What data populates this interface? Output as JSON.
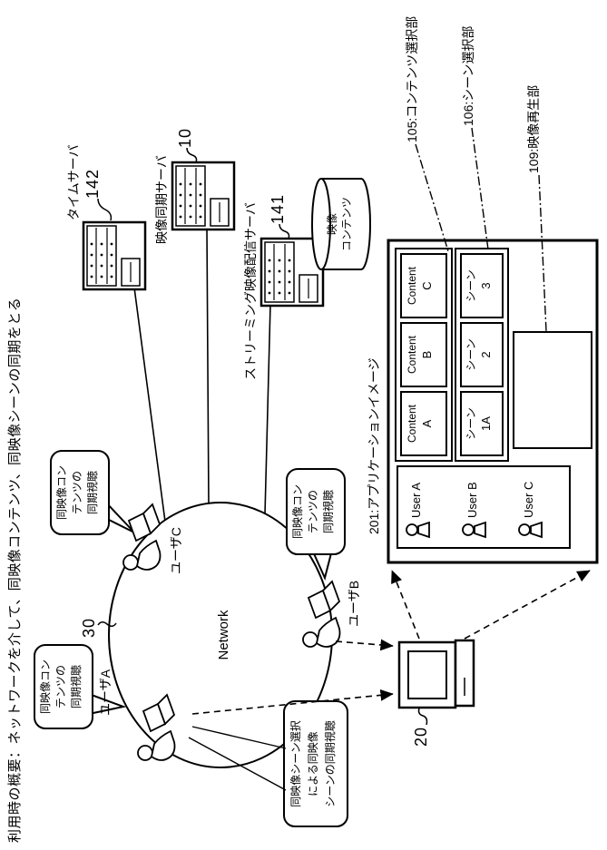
{
  "figure": {
    "title": "利用時の概要：ネットワークを介して、同映像コンテンツ、同映像シーンの同期をとる"
  },
  "colors": {
    "ink": "#000000",
    "paper": "#ffffff"
  },
  "network": {
    "label": "Network",
    "ref": "30"
  },
  "servers": {
    "time_server": {
      "label": "タイムサーバ",
      "ref": "142"
    },
    "video_sync_server": {
      "label": "映像同期サーバ",
      "ref": "10"
    },
    "streaming_server": {
      "label": "ストリーミング映像配信サーバ",
      "ref": "141"
    }
  },
  "storage": {
    "line1": "映像",
    "line2": "コンテンツ"
  },
  "users": {
    "a": "ユーザA",
    "b": "ユーザB",
    "c": "ユーザC"
  },
  "callouts": {
    "sync_a": {
      "lines": [
        "同映像コン",
        "テンツの",
        "同期視聴"
      ]
    },
    "sync_b": {
      "lines": [
        "同映像コン",
        "テンツの",
        "同期視聴"
      ]
    },
    "sync_c": {
      "lines": [
        "同映像コン",
        "テンツの",
        "同期視聴"
      ]
    },
    "scene_sync": {
      "lines": [
        "同映像シーン選択",
        "による同映像",
        "シーンの同期視聴"
      ]
    }
  },
  "client": {
    "ref": "20"
  },
  "app_window": {
    "label": "201:アプリケーションイメージ",
    "content_selector": {
      "label": "105:コンテンツ選択部",
      "items": [
        [
          "Content",
          "A"
        ],
        [
          "Content",
          "B"
        ],
        [
          "Content",
          "C"
        ]
      ]
    },
    "scene_selector": {
      "label": "106:シーン選択部",
      "items": [
        [
          "シーン",
          "1A"
        ],
        [
          "シーン",
          "2"
        ],
        [
          "シーン",
          "3"
        ]
      ]
    },
    "player": {
      "label": "109:映像再生部"
    },
    "user_list": [
      "User A",
      "User B",
      "User C"
    ]
  }
}
